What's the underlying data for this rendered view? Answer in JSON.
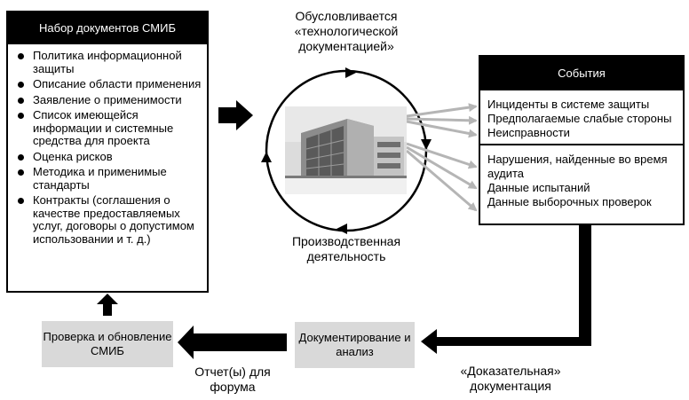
{
  "isms_docs": {
    "title": "Набор документов СМИБ",
    "items": [
      "Политика информационной защиты",
      "Описание области применения",
      "Заявление о применимости",
      "Список имеющейся информации и системные средства для проекта",
      "Оценка рисков",
      "Методика и применимые стандарты",
      "Контракты (соглашения о качестве предоставляемых услуг, договоры о допустимом использовании и т. д.)"
    ]
  },
  "events": {
    "title": "События",
    "group1": [
      "Инциденты в системе защиты",
      "Предполагаемые слабые стороны",
      "Неисправности"
    ],
    "group2": [
      "Нарушения, найденные во время аудита",
      "Данные испытаний",
      "Данные выборочных проверок"
    ]
  },
  "cycle": {
    "top_label": "Обусловливается «технологической документацией»",
    "bottom_label": "Производственная деятельность"
  },
  "review_box": {
    "label": "Проверка и обновление СМИБ"
  },
  "documentation_box": {
    "label": "Документирование и анализ"
  },
  "reports_label": "Отчет(ы) для форума",
  "evidence_label": "«Доказательная» документация"
}
